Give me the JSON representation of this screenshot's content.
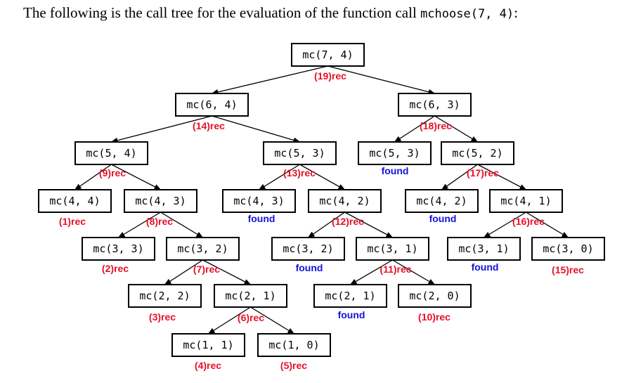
{
  "heading": {
    "prefix": "The following is the call tree for the evaluation of the function call ",
    "code": "mchoose(7, 4)",
    "suffix": ":"
  },
  "colors": {
    "rec": "#e8102a",
    "found": "#1212d8",
    "text": "#000000"
  },
  "nodes": [
    {
      "id": "n0",
      "label": "mc(7, 4)",
      "status": "(19)rec",
      "kind": "rec"
    },
    {
      "id": "n1",
      "label": "mc(6, 4)",
      "status": "(14)rec",
      "kind": "rec"
    },
    {
      "id": "n2",
      "label": "mc(6, 3)",
      "status": "(18)rec",
      "kind": "rec"
    },
    {
      "id": "n3",
      "label": "mc(5, 4)",
      "status": "(9)rec",
      "kind": "rec"
    },
    {
      "id": "n4",
      "label": "mc(5, 3)",
      "status": "(13)rec",
      "kind": "rec"
    },
    {
      "id": "n5",
      "label": "mc(5, 3)",
      "status": "found",
      "kind": "found"
    },
    {
      "id": "n6",
      "label": "mc(5, 2)",
      "status": "(17)rec",
      "kind": "rec"
    },
    {
      "id": "n7",
      "label": "mc(4, 4)",
      "status": "(1)rec",
      "kind": "rec"
    },
    {
      "id": "n8",
      "label": "mc(4, 3)",
      "status": "(8)rec",
      "kind": "rec"
    },
    {
      "id": "n9",
      "label": "mc(4, 3)",
      "status": "found",
      "kind": "found"
    },
    {
      "id": "n10",
      "label": "mc(4, 2)",
      "status": "(12)rec",
      "kind": "rec"
    },
    {
      "id": "n11",
      "label": "mc(4, 2)",
      "status": "found",
      "kind": "found"
    },
    {
      "id": "n12",
      "label": "mc(4, 1)",
      "status": "(16)rec",
      "kind": "rec"
    },
    {
      "id": "n13",
      "label": "mc(3, 3)",
      "status": "(2)rec",
      "kind": "rec"
    },
    {
      "id": "n14",
      "label": "mc(3, 2)",
      "status": "(7)rec",
      "kind": "rec"
    },
    {
      "id": "n15",
      "label": "mc(3, 2)",
      "status": "found",
      "kind": "found"
    },
    {
      "id": "n16",
      "label": "mc(3, 1)",
      "status": "(11)rec",
      "kind": "rec"
    },
    {
      "id": "n17",
      "label": "mc(3, 1)",
      "status": "found",
      "kind": "found"
    },
    {
      "id": "n18",
      "label": "mc(3, 0)",
      "status": "(15)rec",
      "kind": "rec"
    },
    {
      "id": "n19",
      "label": "mc(2, 2)",
      "status": "(3)rec",
      "kind": "rec"
    },
    {
      "id": "n20",
      "label": "mc(2, 1)",
      "status": "(6)rec",
      "kind": "rec"
    },
    {
      "id": "n21",
      "label": "mc(2, 1)",
      "status": "found",
      "kind": "found"
    },
    {
      "id": "n22",
      "label": "mc(2, 0)",
      "status": "(10)rec",
      "kind": "rec"
    },
    {
      "id": "n23",
      "label": "mc(1, 1)",
      "status": "(4)rec",
      "kind": "rec"
    },
    {
      "id": "n24",
      "label": "mc(1, 0)",
      "status": "(5)rec",
      "kind": "rec"
    }
  ],
  "edges": [
    [
      "n0",
      "n1"
    ],
    [
      "n0",
      "n2"
    ],
    [
      "n1",
      "n3"
    ],
    [
      "n1",
      "n4"
    ],
    [
      "n2",
      "n5"
    ],
    [
      "n2",
      "n6"
    ],
    [
      "n3",
      "n7"
    ],
    [
      "n3",
      "n8"
    ],
    [
      "n4",
      "n9"
    ],
    [
      "n4",
      "n10"
    ],
    [
      "n6",
      "n11"
    ],
    [
      "n6",
      "n12"
    ],
    [
      "n8",
      "n13"
    ],
    [
      "n8",
      "n14"
    ],
    [
      "n10",
      "n15"
    ],
    [
      "n10",
      "n16"
    ],
    [
      "n12",
      "n17"
    ],
    [
      "n12",
      "n18"
    ],
    [
      "n14",
      "n19"
    ],
    [
      "n14",
      "n20"
    ],
    [
      "n16",
      "n21"
    ],
    [
      "n16",
      "n22"
    ],
    [
      "n20",
      "n23"
    ],
    [
      "n20",
      "n24"
    ]
  ]
}
